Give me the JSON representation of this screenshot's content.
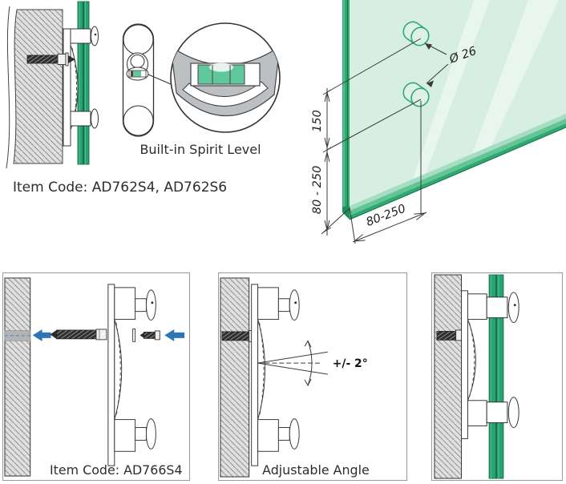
{
  "top_left": {
    "item_code": "Item Code: AD762S4, AD762S6",
    "spirit_level_caption": "Built-in Spirit Level"
  },
  "glass_dimensions": {
    "hole_diameter": "Ø 26",
    "hole_spacing": "150",
    "vertical_edge_distance": "80 - 250",
    "horizontal_edge_distance": "80-250"
  },
  "panels": {
    "exploded": {
      "caption": "Item Code: AD766S4"
    },
    "angle": {
      "caption": "Adjustable Angle",
      "angle_value": "+/- 2°"
    },
    "installed": {
      "caption": ""
    }
  },
  "colors": {
    "glass_green": "#29a271",
    "glass_green_dark": "#0e6a44",
    "glass_face": "#d7eee3",
    "glass_face_highlight": "#e9f6ef",
    "glass_edge_light": "#a5dcc3",
    "glass_edge_mid": "#63c494",
    "arrow_blue": "#2e75b6",
    "bubble_green": "#5ec79b",
    "metal_gray": "#bcc0c3",
    "wall_fill": "#e0e0e0",
    "wall_hatch_line": "#8f8f8f",
    "outline": "#3a3a3a"
  }
}
